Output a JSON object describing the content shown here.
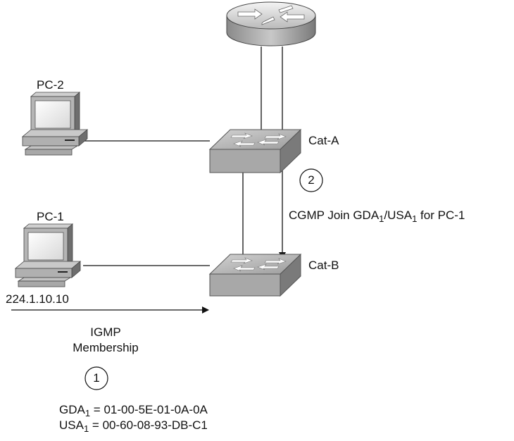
{
  "devices": {
    "pc2": {
      "label": "PC-2"
    },
    "pc1": {
      "label": "PC-1",
      "address": "224.1.10.10"
    },
    "cat_a": {
      "label": "Cat-A"
    },
    "cat_b": {
      "label": "Cat-B"
    }
  },
  "steps": {
    "step1": {
      "number": "1",
      "line1": "IGMP",
      "line2": "Membership"
    },
    "step2": {
      "number": "2",
      "cgmp_prefix": "CGMP Join GDA",
      "sub1": "1",
      "cgmp_mid": "/USA",
      "sub2": "1",
      "cgmp_suffix": " for PC-1"
    }
  },
  "definitions": {
    "gda": {
      "name": "GDA",
      "sub": "1",
      "value": " = 01-00-5E-01-0A-0A"
    },
    "usa": {
      "name": "USA",
      "sub": "1",
      "value": " = 00-60-08-93-DB-C1"
    }
  }
}
